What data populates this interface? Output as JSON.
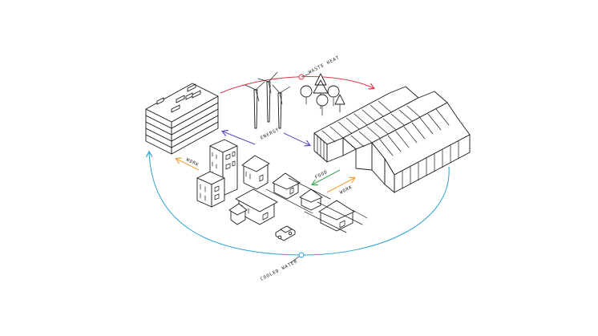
{
  "colors": {
    "waste_heat": "#e0374a",
    "cooled_water": "#2aa3d3",
    "energy": "#5b4bbd",
    "work": "#f2a23a",
    "food": "#3aa655",
    "outline": "#1a1a1a"
  },
  "labels": {
    "waste_heat": "WASTE HEAT",
    "energy": "ENERGY",
    "work_left": "WORK",
    "food": "FOOD",
    "work_right": "WORK",
    "cooled_water": "COOLED WATER"
  },
  "icons": [
    "data-center-icon",
    "wind-turbine-icon",
    "tree-icon",
    "greenhouse-icon",
    "apartment-icon",
    "house-icon",
    "car-icon"
  ]
}
